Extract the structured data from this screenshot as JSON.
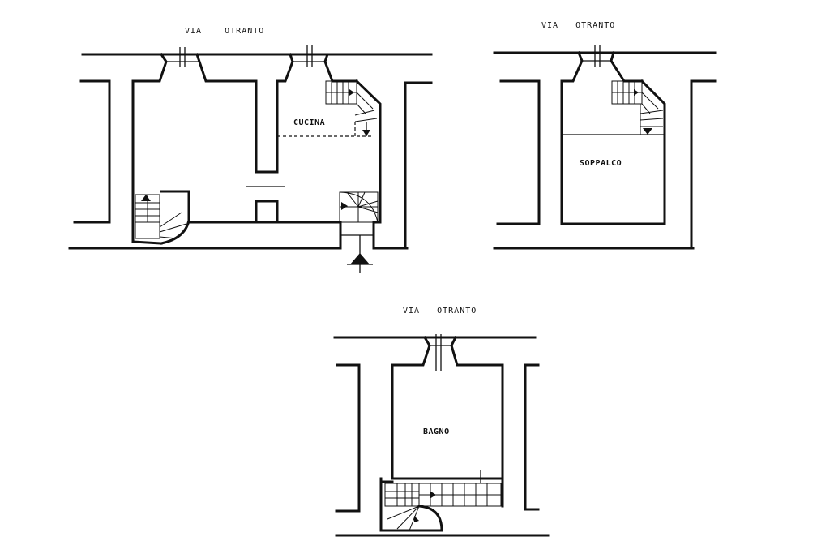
{
  "plans": {
    "ground": {
      "street_label": "VIA    OTRANTO",
      "room_label": "CUCINA"
    },
    "mezzanine": {
      "street_label": "VIA   OTRANTO",
      "room_label": "SOPPALCO"
    },
    "upper": {
      "street_label": "VIA   OTRANTO",
      "room_label": "BAGNO"
    }
  },
  "colors": {
    "ink": "#111111",
    "paper": "#ffffff"
  }
}
